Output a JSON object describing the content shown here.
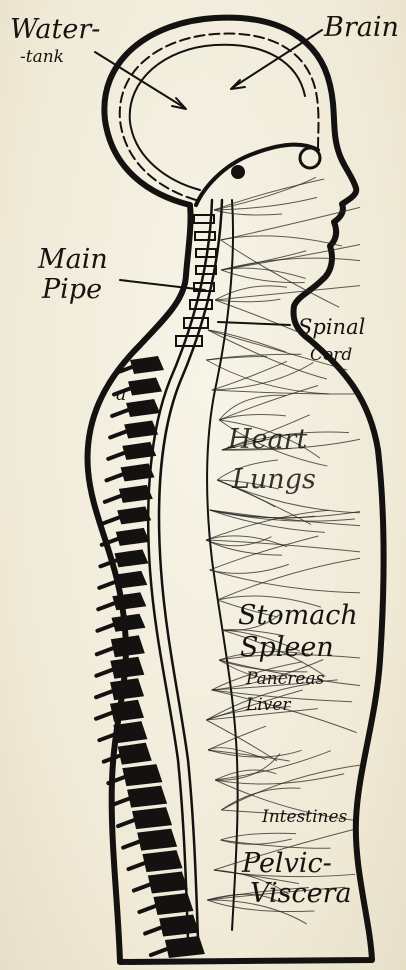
{
  "figure": {
    "labels": {
      "water_tank": [
        "Water-",
        "-tank"
      ],
      "brain": "Brain",
      "main_pipe": [
        "Main",
        "Pipe"
      ],
      "spinal_cord": [
        "Spinal",
        "Cord"
      ],
      "heart": "Heart",
      "lungs": "Lungs",
      "stomach": "Stomach",
      "spleen": "Spleen",
      "pancreas": "Pancreas",
      "liver": "Liver",
      "intestines": "Intestines",
      "pelvic_viscera": [
        "Pelvic-",
        "Viscera"
      ],
      "vertebra_marker": "a"
    },
    "colors": {
      "ink": "#141210",
      "paper": "#f3efe0"
    }
  }
}
